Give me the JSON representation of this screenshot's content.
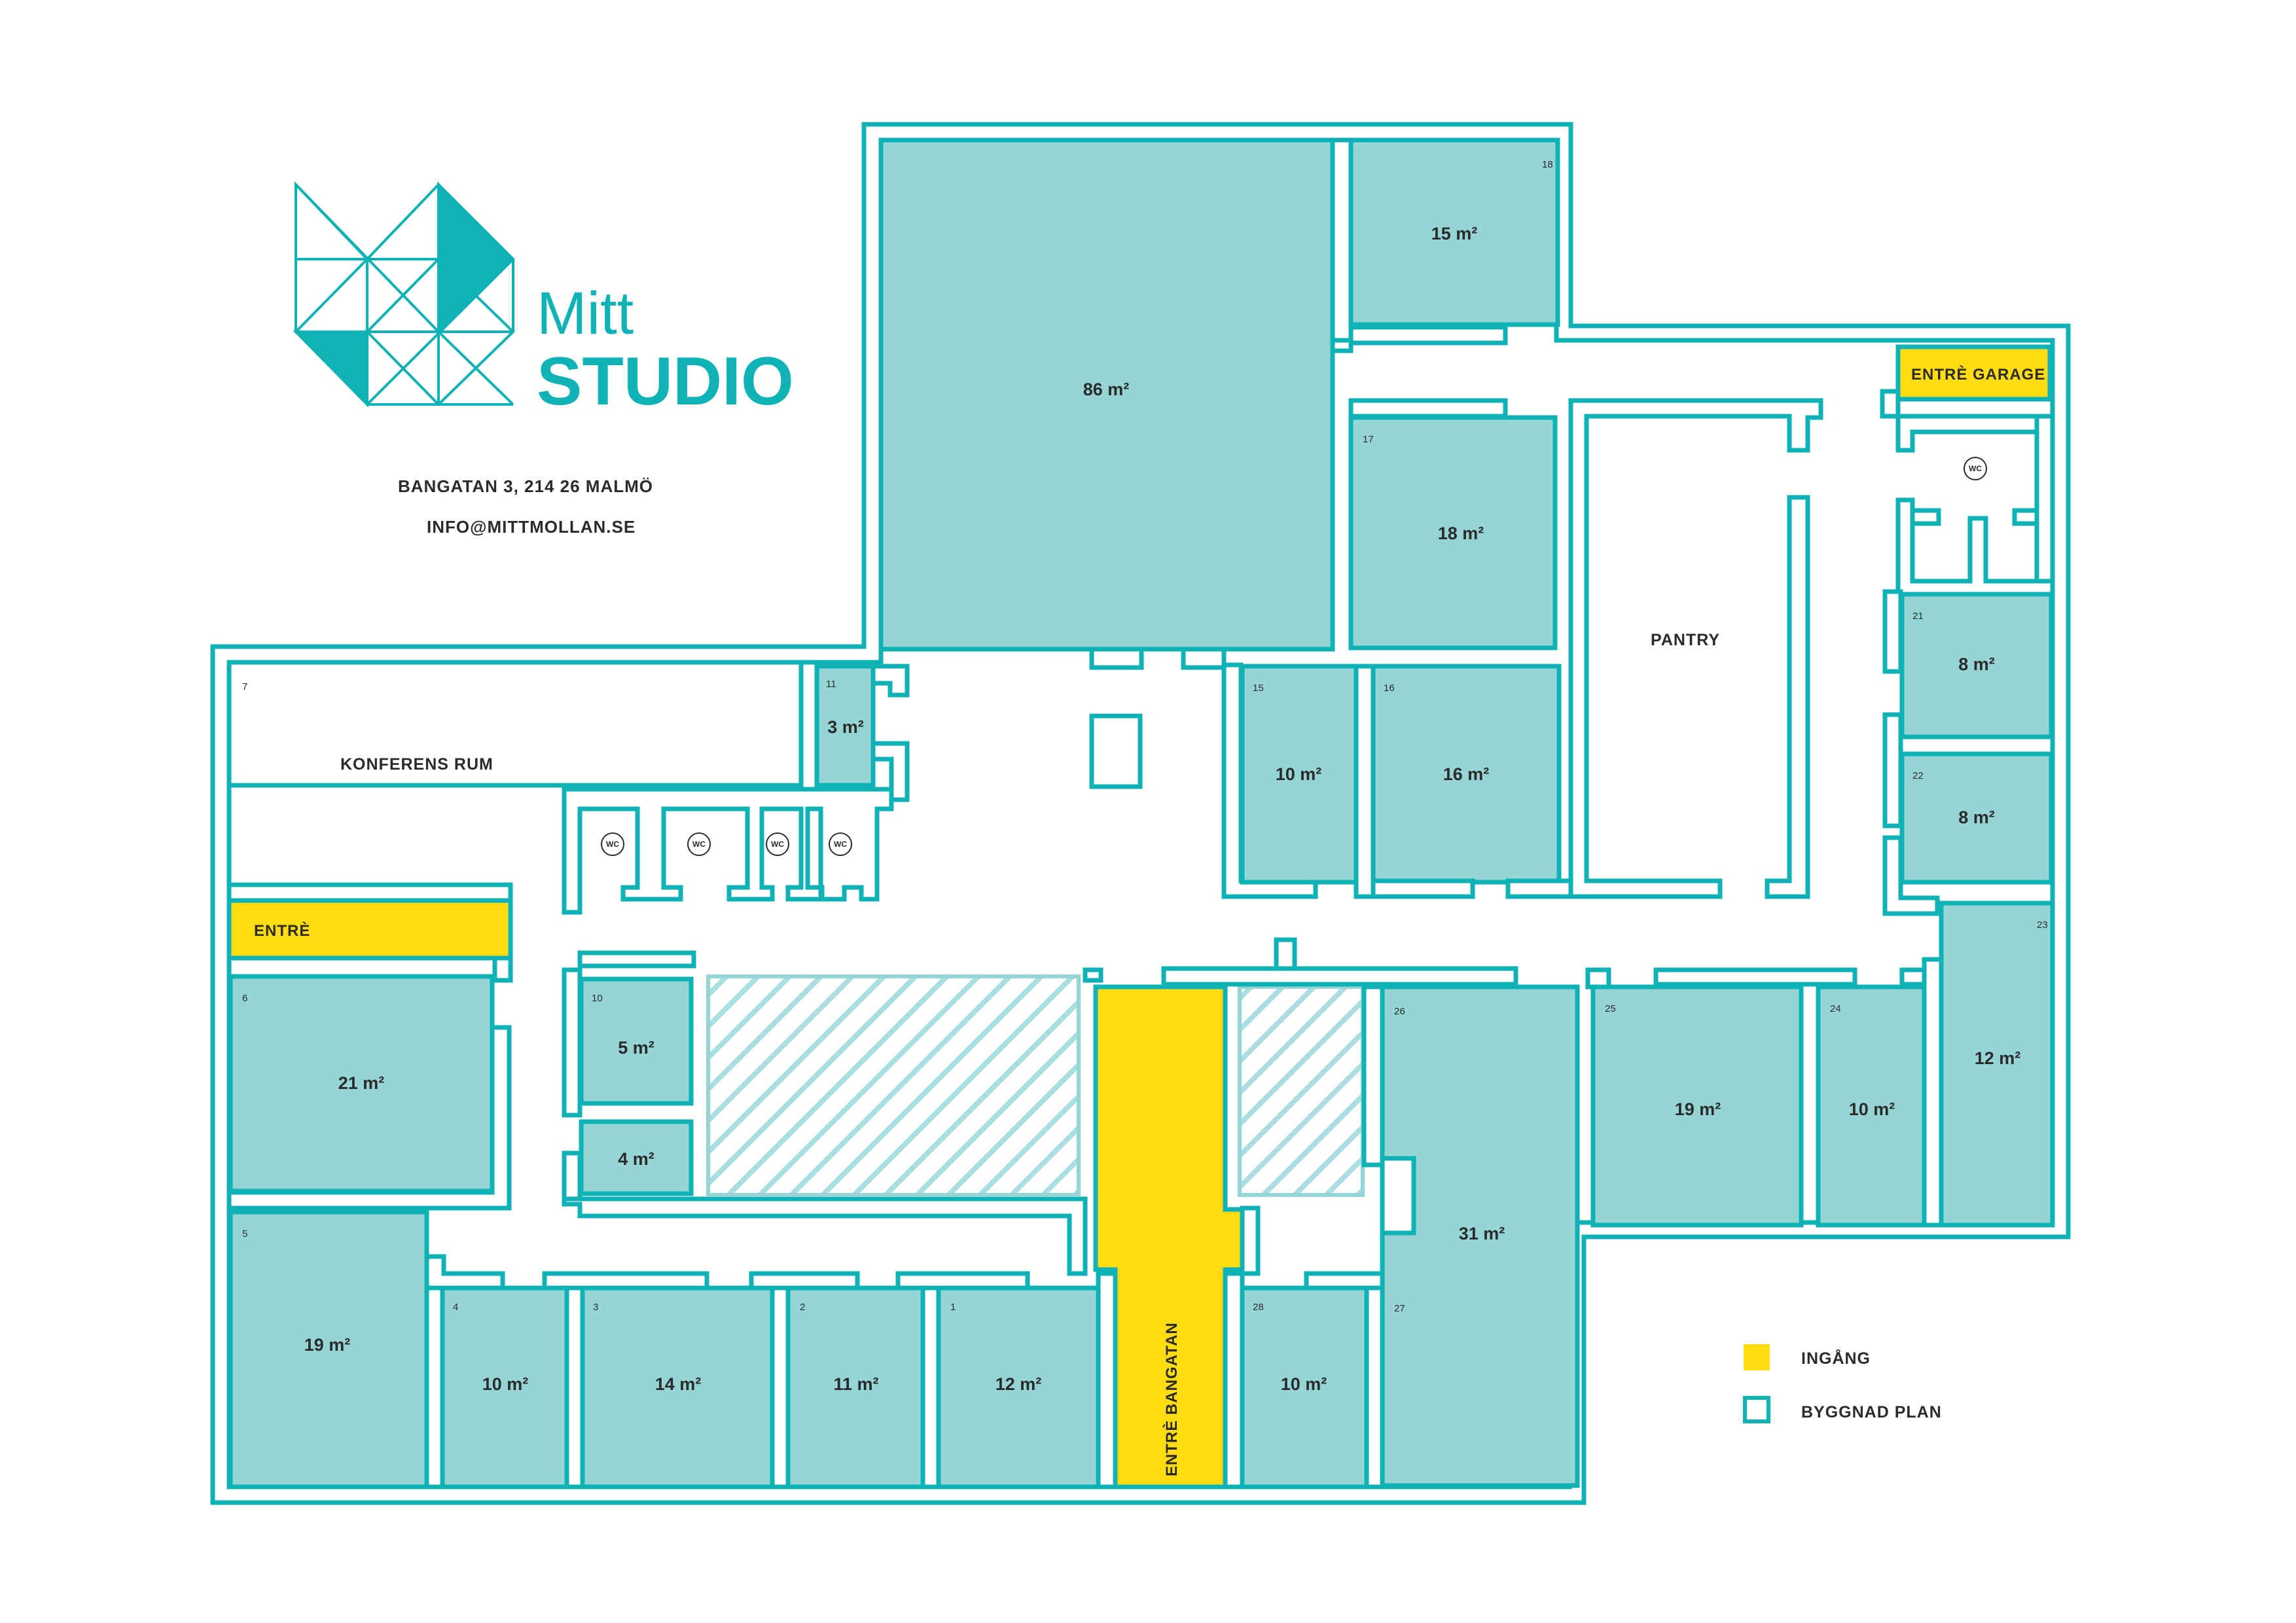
{
  "brand": {
    "line1": "Mitt",
    "line2": "STUDIO"
  },
  "address": "BANGATAN 3,  214 26 MALMÖ",
  "email": "INFO@MITTMOLLAN.SE",
  "colors": {
    "accent": "#0fb3b6",
    "room_fill": "#95d5d6",
    "entrance": "#ffdd12"
  },
  "labels": {
    "konferens": "KONFERENS RUM",
    "pantry": "PANTRY",
    "entre": "ENTRÈ",
    "entre_garage": "ENTRÈ GARAGE",
    "entre_bangatan": "ENTRÈ BANGATAN",
    "wc": "WC"
  },
  "rooms": {
    "r86": {
      "area": "86 m²"
    },
    "r18a": {
      "num": "18",
      "area": "15 m²"
    },
    "r17": {
      "num": "17",
      "area": "18 m²"
    },
    "r11": {
      "num": "11",
      "area": "3 m²"
    },
    "r15": {
      "num": "15",
      "area": "10 m²"
    },
    "r16": {
      "num": "16",
      "area": "16 m²"
    },
    "r21": {
      "num": "21",
      "area": "8 m²"
    },
    "r22": {
      "num": "22",
      "area": "8 m²"
    },
    "r7": {
      "num": "7"
    },
    "r6": {
      "num": "6",
      "area": "21 m²"
    },
    "r10": {
      "num": "10",
      "area": "5 m²"
    },
    "r10b": {
      "area": "4 m²"
    },
    "r26": {
      "num": "26"
    },
    "r27": {
      "num": "27",
      "area": "31 m²"
    },
    "r25": {
      "num": "25",
      "area": "19 m²"
    },
    "r24": {
      "num": "24",
      "area": "10 m²"
    },
    "r23": {
      "num": "23",
      "area": "12 m²"
    },
    "r5": {
      "num": "5",
      "area": "19 m²"
    },
    "r4": {
      "num": "4",
      "area": "10 m²"
    },
    "r3": {
      "num": "3",
      "area": "14 m²"
    },
    "r2": {
      "num": "2",
      "area": "11 m²"
    },
    "r1": {
      "num": "1",
      "area": "12 m²"
    },
    "r28": {
      "num": "28",
      "area": "10 m²"
    }
  },
  "legend": [
    {
      "label": "INGÅNG",
      "color": "#ffdd12"
    },
    {
      "label": "BYGGNAD PLAN",
      "color": "#ffffff"
    }
  ]
}
